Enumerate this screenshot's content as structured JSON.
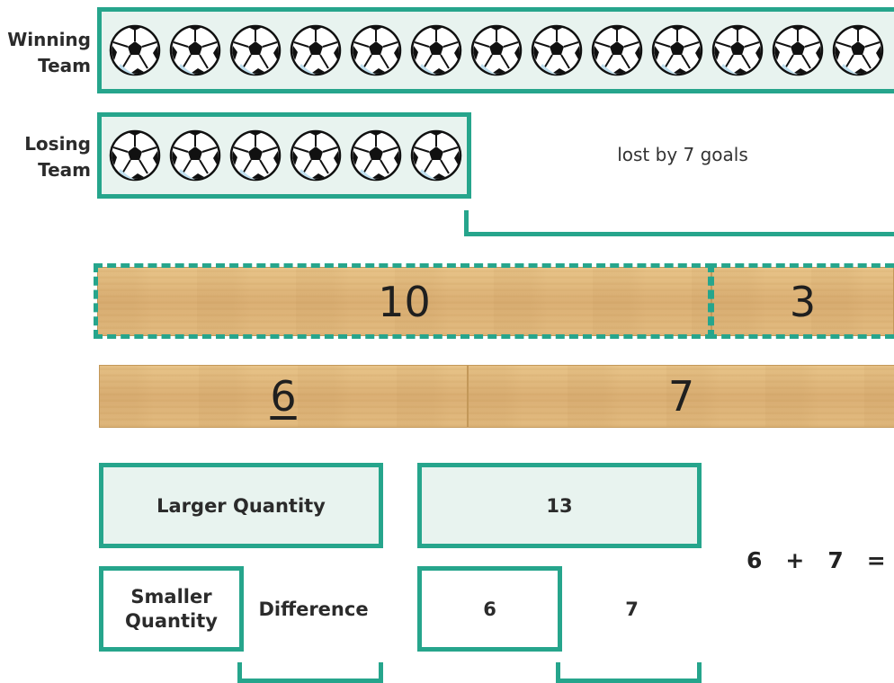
{
  "teams": {
    "winning_label": "Winning Team",
    "losing_label": "Losing Team",
    "winning_goals": 13,
    "losing_goals": 6,
    "difference_caption": "lost by 7 goals"
  },
  "bars": {
    "top": {
      "left_value": "10",
      "right_value": "3"
    },
    "bottom": {
      "left_value": "6",
      "right_value": "7"
    }
  },
  "model": {
    "larger_label": "Larger Quantity",
    "smaller_label": "Smaller Quantity",
    "difference_label": "Difference",
    "larger_value": "13",
    "smaller_value": "6",
    "difference_value": "7"
  },
  "equation": {
    "a": "6",
    "op": "+",
    "b": "7",
    "eq": "="
  },
  "colors": {
    "accent": "#26a58c",
    "mint": "#e8f3ef",
    "wood": "#dbb075"
  },
  "icons": {
    "goal": "soccer-ball-icon"
  }
}
